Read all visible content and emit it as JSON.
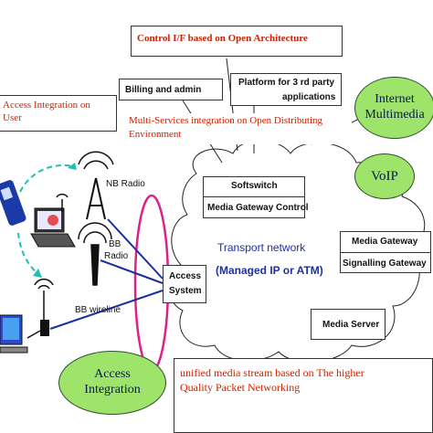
{
  "top": {
    "control_if": "Control I/F based on Open Architecture",
    "billing": "Billing and admin",
    "platform_line1": "Platform for 3 rd party",
    "platform_line2": "applications",
    "multi_services_line1": "Multi-Services integration on Open Distributing",
    "multi_services_line2": "Environment",
    "access_integration_user_line1": "Access Integration on",
    "access_integration_user_line2": "User"
  },
  "ovals": {
    "internet_line1": "Internet",
    "internet_line2": "Multimedia",
    "voip": "VoIP",
    "access_line1": "Access",
    "access_line2": "Integration"
  },
  "network": {
    "softswitch": "Softswitch",
    "mgc": "Media Gateway Control",
    "transport_line1": "Transport network",
    "transport_line2": "(Managed IP or ATM)",
    "media_gateway": "Media Gateway",
    "signalling_gateway": "Signalling Gateway",
    "media_server": "Media Server",
    "access_system_line1": "Access",
    "access_system_line2": "System"
  },
  "access": {
    "nb_radio": "NB Radio",
    "bb_radio_line1": "BB",
    "bb_radio_line2": "Radio",
    "bb_wireline": "BB wireline"
  },
  "bottom": {
    "unified_line1": "unified media stream based on The higher",
    "unified_line2": "Quality Packet Networking"
  },
  "colors": {
    "red_text": "#cc2200",
    "transport_blue": "#1f2f9f",
    "oval_green": "#9ee36a",
    "pink_ring": "#e0208a",
    "link_blue": "#1a2fa0",
    "dash_teal": "#20c0b0"
  }
}
